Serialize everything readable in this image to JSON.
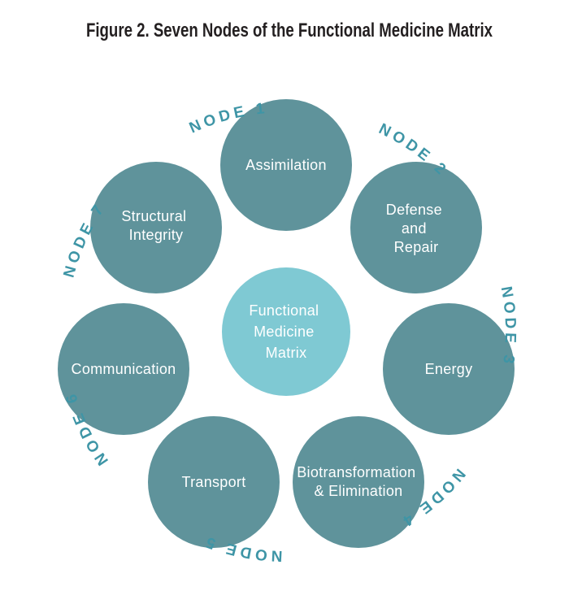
{
  "title": "Figure 2. Seven Nodes of the Functional Medicine Matrix",
  "colors": {
    "background": "#FFFFFF",
    "title_text": "#231F20",
    "node_circle": "#5F939B",
    "center_circle": "#7FC9D3",
    "node_number_text": "#3E95A6",
    "circle_text": "#FFFFFF"
  },
  "center_circle": {
    "lines": [
      "Functional",
      "Medicine",
      "Matrix"
    ]
  },
  "nodes": [
    {
      "number_label": "NODE 1",
      "name": "Assimilation",
      "lines": [
        "Assimilation"
      ]
    },
    {
      "number_label": "NODE 2",
      "name": "Defense and Repair",
      "lines": [
        "Defense",
        "and",
        "Repair"
      ]
    },
    {
      "number_label": "NODE 3",
      "name": "Energy",
      "lines": [
        "Energy"
      ]
    },
    {
      "number_label": "NODE 4",
      "name": "Biotransformation & Elimination",
      "lines": [
        "Biotransformation",
        "& Elimination"
      ]
    },
    {
      "number_label": "NODE 5",
      "name": "Transport",
      "lines": [
        "Transport"
      ]
    },
    {
      "number_label": "NODE 6",
      "name": "Communication",
      "lines": [
        "Communication"
      ]
    },
    {
      "number_label": "NODE 7",
      "name": "Structural Integrity",
      "lines": [
        "Structural",
        "Integrity"
      ]
    }
  ]
}
